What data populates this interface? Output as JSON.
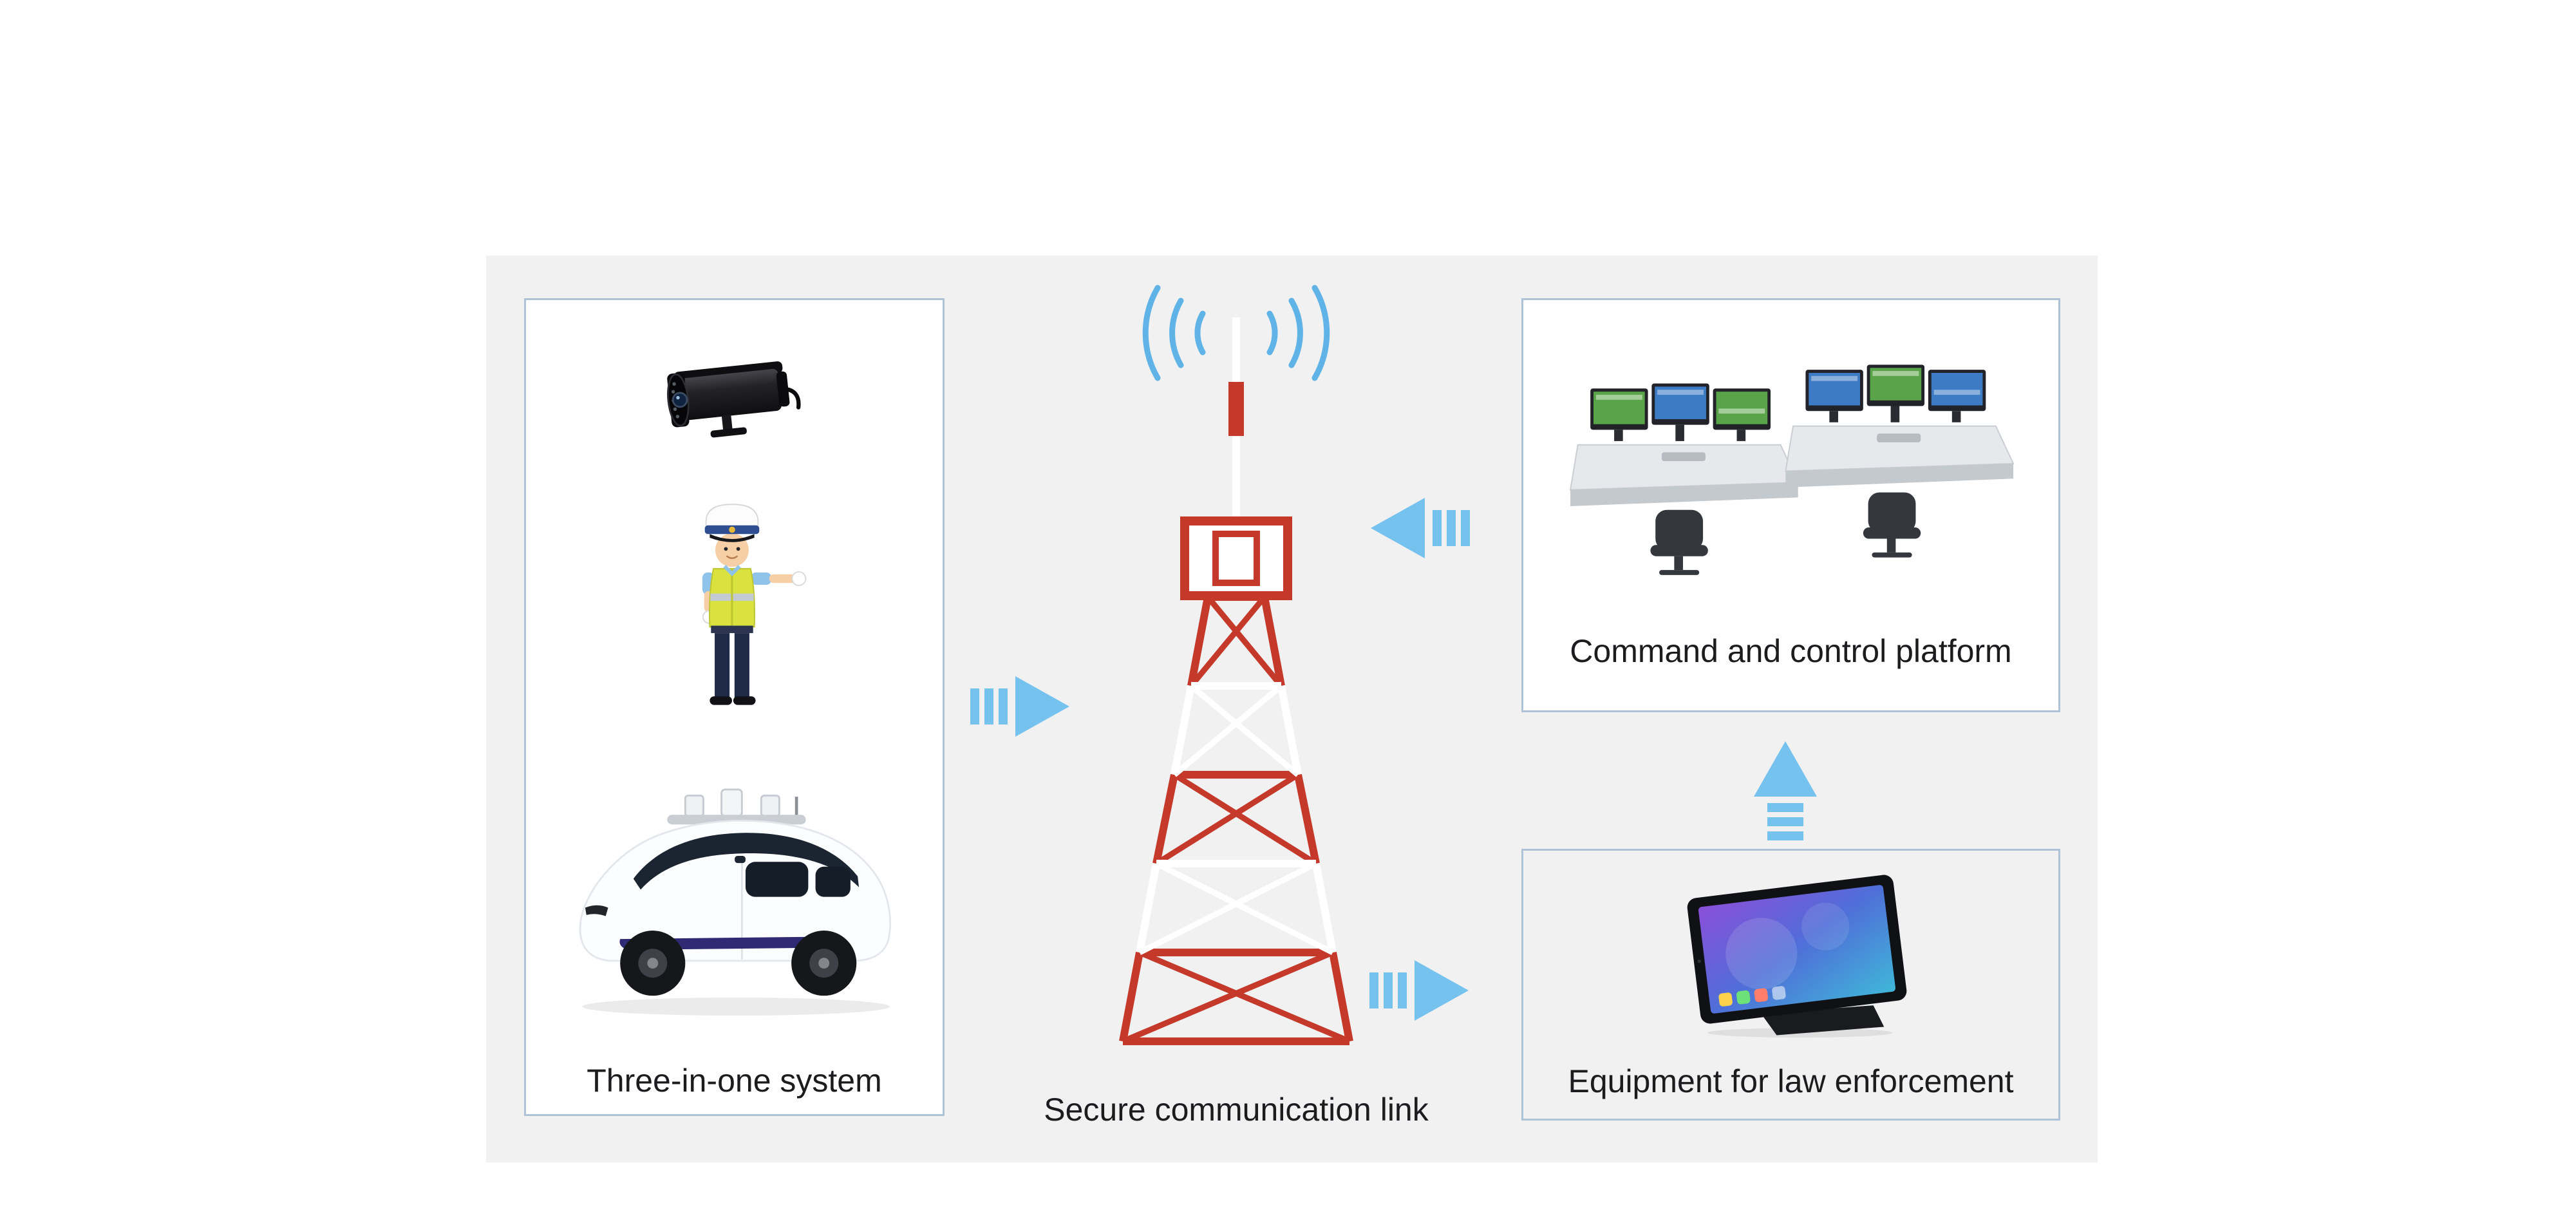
{
  "colors": {
    "panel_background": "#f1f1f2",
    "box_border": "#aec3d7",
    "arrow_blue": "#76c2ee",
    "signal_blue": "#5fb3e6",
    "tower_red": "#c5392b",
    "text": "#1c1c1e"
  },
  "nodes": {
    "three_in_one": {
      "label": "Three-in-one system",
      "items": [
        "cctv-camera",
        "traffic-police-officer",
        "autonomous-patrol-vehicle"
      ]
    },
    "tower": {
      "label": "Secure communication link"
    },
    "command_platform": {
      "label": "Command and control platform"
    },
    "law_enforcement": {
      "label": "Equipment for law enforcement"
    }
  },
  "arrows": [
    {
      "from": "three_in_one",
      "to": "tower",
      "direction": "right"
    },
    {
      "from": "command_platform",
      "to": "tower",
      "direction": "left"
    },
    {
      "from": "tower",
      "to": "law_enforcement",
      "direction": "right"
    },
    {
      "from": "law_enforcement",
      "to": "command_platform",
      "direction": "up"
    }
  ]
}
